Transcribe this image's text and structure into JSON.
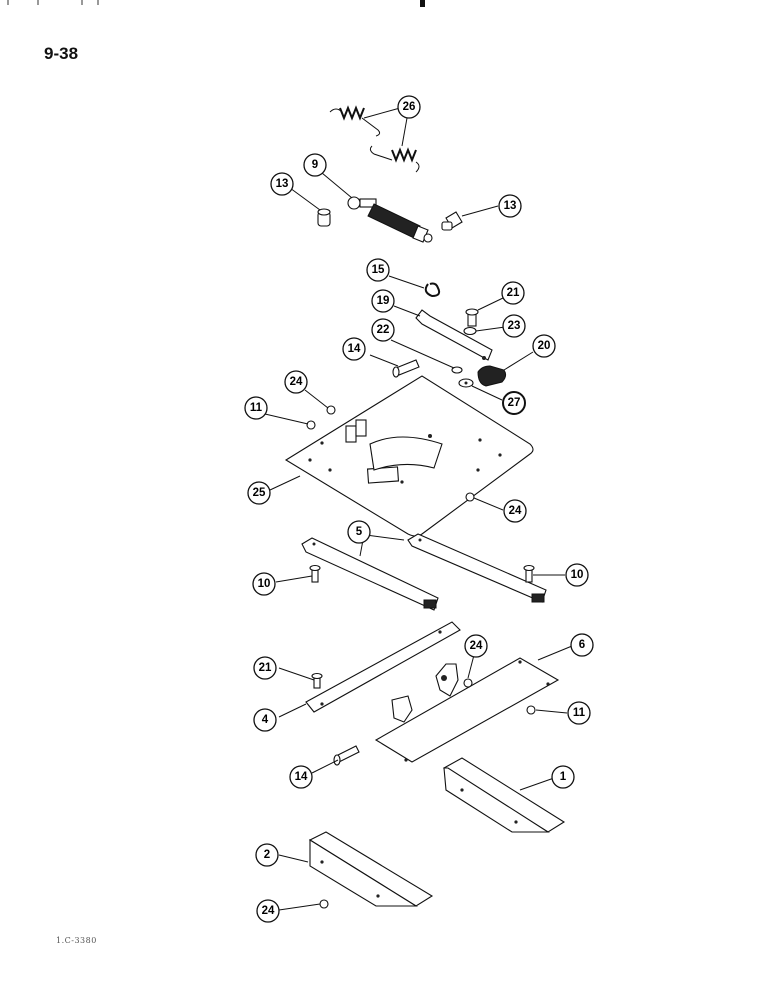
{
  "page": {
    "number": "9-38",
    "footer_code": "1.C-3380"
  },
  "callouts": [
    {
      "id": "c26",
      "label": "26"
    },
    {
      "id": "c9",
      "label": "9"
    },
    {
      "id": "c13a",
      "label": "13"
    },
    {
      "id": "c13b",
      "label": "13"
    },
    {
      "id": "c15",
      "label": "15"
    },
    {
      "id": "c21a",
      "label": "21"
    },
    {
      "id": "c19",
      "label": "19"
    },
    {
      "id": "c23",
      "label": "23"
    },
    {
      "id": "c22",
      "label": "22"
    },
    {
      "id": "c20",
      "label": "20"
    },
    {
      "id": "c14a",
      "label": "14"
    },
    {
      "id": "c27",
      "label": "27"
    },
    {
      "id": "c24a",
      "label": "24"
    },
    {
      "id": "c11a",
      "label": "11"
    },
    {
      "id": "c25",
      "label": "25"
    },
    {
      "id": "c24b",
      "label": "24"
    },
    {
      "id": "c5",
      "label": "5"
    },
    {
      "id": "c10a",
      "label": "10"
    },
    {
      "id": "c10b",
      "label": "10"
    },
    {
      "id": "c24c",
      "label": "24"
    },
    {
      "id": "c6",
      "label": "6"
    },
    {
      "id": "c21b",
      "label": "21"
    },
    {
      "id": "c4",
      "label": "4"
    },
    {
      "id": "c11b",
      "label": "11"
    },
    {
      "id": "c14b",
      "label": "14"
    },
    {
      "id": "c1",
      "label": "1"
    },
    {
      "id": "c2",
      "label": "2"
    },
    {
      "id": "c24d",
      "label": "24"
    }
  ]
}
